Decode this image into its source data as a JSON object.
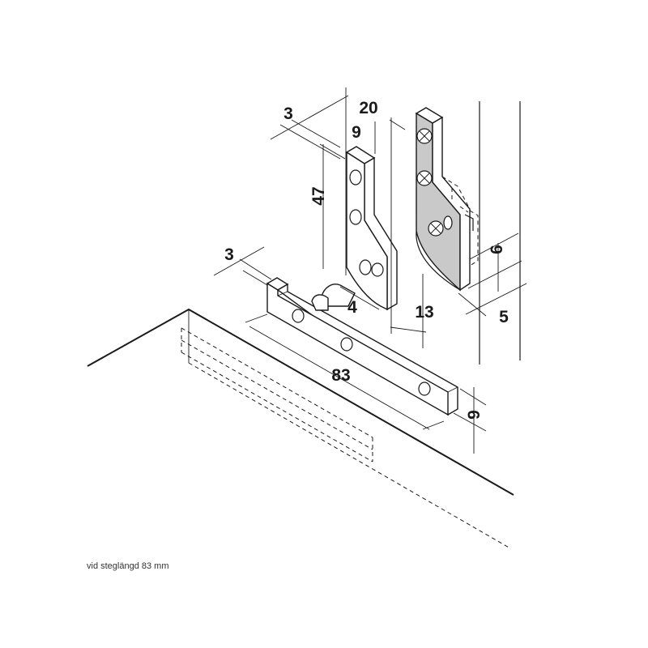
{
  "dimensions": {
    "bracket_thickness": "3",
    "bracket_width": "20",
    "bracket_edge": "9",
    "bracket_height": "47",
    "pin_offset": "4",
    "pin_height": "13",
    "bar_thickness": "3",
    "bar_length": "83",
    "bar_height": "9",
    "side_height": "6",
    "side_offset": "5"
  },
  "caption": "vid steglängd 83 mm",
  "screw_icon": "phillips-screw-icon",
  "colors": {
    "line": "#1a1a1a",
    "shade": "#c9c9c9",
    "background": "#ffffff"
  }
}
